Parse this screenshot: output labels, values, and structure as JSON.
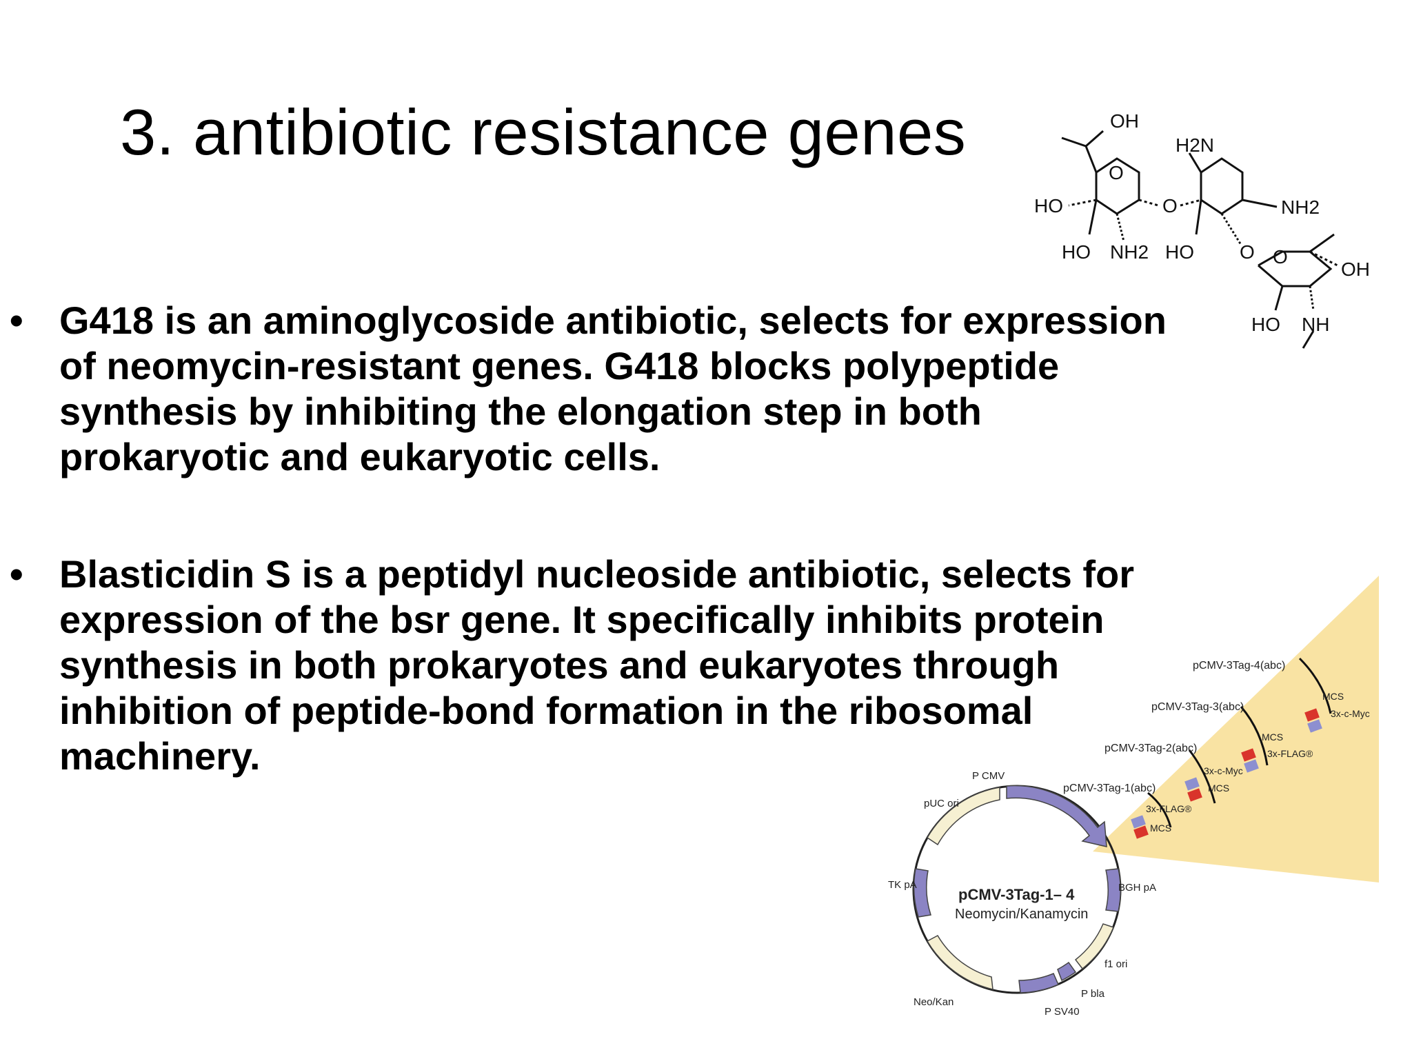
{
  "slide": {
    "title": "3. antibiotic resistance genes",
    "bullets": [
      {
        "marker": "•",
        "lines": [
          "G418 is an aminoglycoside antibiotic, selects for expression",
          "of neomycin-resistant genes. G418 blocks polypeptide",
          "synthesis by inhibiting the elongation step in both",
          "prokaryotic and eukaryotic cells."
        ]
      },
      {
        "marker": "•",
        "lines": [
          "Blasticidin S is a peptidyl nucleoside antibiotic, selects for",
          "expression of the bsr gene. It specifically inhibits protein",
          "synthesis in both prokaryotes and eukaryotes through",
          "inhibition of peptide-bond formation in the ribosomal",
          "machinery."
        ]
      }
    ]
  },
  "molecule": {
    "labels": {
      "oh_top": "OH",
      "h2n": "H2N",
      "ho_left": "HO",
      "o_ring1": "O",
      "o_link1": "O",
      "nh2_right": "NH2",
      "ho_bottom1": "HO",
      "nh2_bottom": "NH2",
      "ho_bottom2": "HO",
      "o_link2": "O",
      "o_ring3": "O",
      "oh_right": "OH",
      "ho_bottom3": "HO",
      "nh_bottom": "NH"
    }
  },
  "plasmid": {
    "center_title": "pCMV-3Tag-1– 4",
    "center_subtitle": "Neomycin/Kanamycin",
    "features": {
      "p_cmv": "P CMV",
      "puc_ori": "pUC ori",
      "tk_pa": "TK pA",
      "bgh_pa": "BGH pA",
      "f1_ori": "f1 ori",
      "p_bla": "P bla",
      "p_sv40": "P SV40",
      "neo_kan": "Neo/Kan"
    },
    "variants": [
      "pCMV-3Tag-1(abc)",
      "pCMV-3Tag-2(abc)",
      "pCMV-3Tag-3(abc)",
      "pCMV-3Tag-4(abc)"
    ],
    "tags": {
      "v1_flag": "3x-FLAG®",
      "v1_mcs": "MCS",
      "v2_myc": "3x-c-Myc",
      "v2_mcs": "MCS",
      "v3_mcs": "MCS",
      "v3_flag": "3x-FLAG®",
      "v4_mcs": "MCS",
      "v4_myc": "3x-c-Myc"
    },
    "colors": {
      "arrow_purple": "#8b84c4",
      "arrow_cream": "#f6f0d2",
      "fan_yellow": "#f9e3a3",
      "tag_red": "#d9342b",
      "tag_blue": "#8d8fd0"
    }
  }
}
